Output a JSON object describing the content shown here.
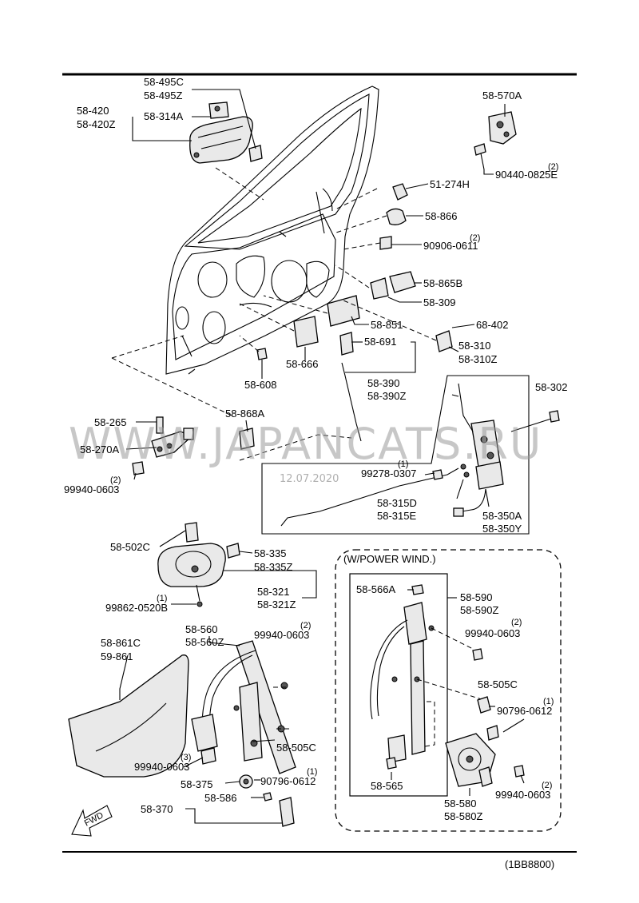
{
  "labels": {
    "p58_495": [
      "58-495C",
      "58-495Z"
    ],
    "p58_420": [
      "58-420",
      "58-420Z"
    ],
    "p58_314A": "58-314A",
    "p58_570A": "58-570A",
    "p90440": "90440-0825E",
    "p90440_qty": "(2)",
    "p51_274H": "51-274H",
    "p58_866": "58-866",
    "p90906": "90906-0611",
    "p90906_qty": "(2)",
    "p58_865B": "58-865B",
    "p58_309": "58-309",
    "p58_851": "58-851",
    "p68_402": "68-402",
    "p58_691": "58-691",
    "p58_310": [
      "58-310",
      "58-310Z"
    ],
    "p58_666": "58-666",
    "p58_608": "58-608",
    "p58_390": [
      "58-390",
      "58-390Z"
    ],
    "p58_302": "58-302",
    "p58_265": "58-265",
    "p58_868A": "58-868A",
    "p58_270A": "58-270A",
    "p99940_a_qty": "(2)",
    "p99940_a": "99940-0603",
    "p99278_qty": "(1)",
    "p99278": "99278-0307",
    "p58_315": [
      "58-315D",
      "58-315E"
    ],
    "p58_350": [
      "58-350A",
      "58-350Y"
    ],
    "p58_502C": "58-502C",
    "p58_335": [
      "58-335",
      "58-335Z"
    ],
    "p58_321": [
      "58-321",
      "58-321Z"
    ],
    "p99862_qty": "(1)",
    "p99862": "99862-0520B",
    "power_window": "(W/POWER WIND.)",
    "p58_566A": "58-566A",
    "p58_590": [
      "58-590",
      "58-590Z"
    ],
    "p99940_b_qty": "(2)",
    "p99940_b": "99940-0603",
    "p58_560": [
      "58-560",
      "58-560Z"
    ],
    "p99940_c_qty": "(2)",
    "p99940_c": "99940-0603",
    "p58_861": [
      "58-861C",
      "59-861"
    ],
    "p58_505C_a": "58-505C",
    "p90796_a_qty": "(1)",
    "p90796_a": "90796-0612",
    "p58_505C_b": "58-505C",
    "p99940_d_qty": "(3)",
    "p99940_d": "99940-0603",
    "p58_375": "58-375",
    "p90796_b_qty": "(1)",
    "p90796_b": "90796-0612",
    "p58_565": "58-565",
    "p58_580": [
      "58-580",
      "58-580Z"
    ],
    "p99940_e_qty": "(2)",
    "p99940_e": "99940-0603",
    "p58_370": "58-370",
    "p58_586": "58-586",
    "fwd": "FWD",
    "diagram_code": "(1BB8800)"
  },
  "watermark": {
    "text": "WWW.JAPANCATS.RU",
    "date": "12.07.2020"
  }
}
